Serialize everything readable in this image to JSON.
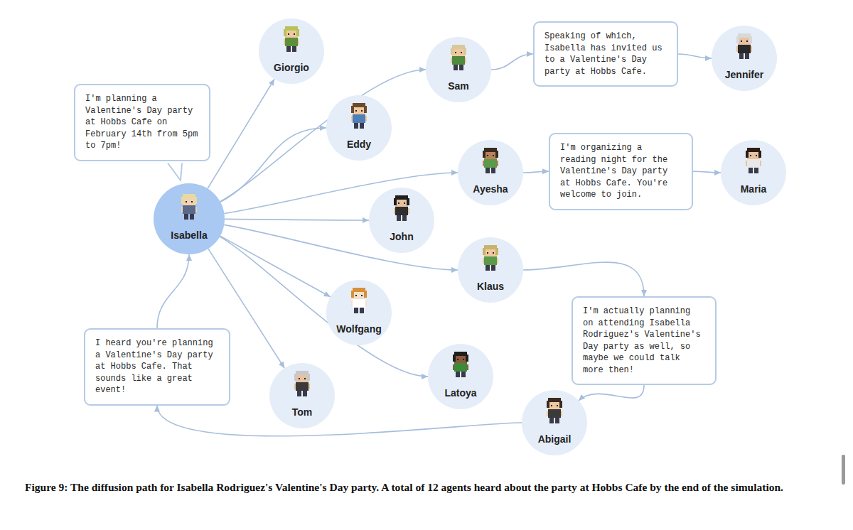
{
  "diagram": {
    "caption": "Figure 9: The diffusion path for Isabella Rodriguez's Valentine's Day party. A total of 12 agents heard about the party at Hobbs Cafe by the end of the simulation.",
    "nodes": [
      {
        "text": [
          "I'm planning a Valentine's Day party at Hobbs Cafe on February 14th from 5pm to 7pm!"
        ]
      },
      {
        "text": [
          "Giorgio"
        ]
      },
      {
        "text": [
          "Sam"
        ]
      },
      {
        "text": [
          "Speaking of which, Isabella has invited us to a Valentine's Day party at Hobbs Cafe."
        ]
      },
      {
        "text": [
          "Jennifer"
        ]
      },
      {
        "text": [
          "Eddy"
        ]
      },
      {
        "text": [
          "Ayesha"
        ]
      },
      {
        "text": [
          "I'm organizing a reading night for the Valentine's Day party at Hobbs Cafe. You're welcome to join."
        ]
      },
      {
        "text": [
          "Maria"
        ]
      },
      {
        "text": [
          "Isabella"
        ]
      },
      {
        "text": [
          "John"
        ]
      },
      {
        "text": [
          "Klaus"
        ]
      },
      {
        "text": [
          "I'm actually planning on attending Isabella Rodriguez's Valentine's Day party as well, so maybe we could talk more then!"
        ]
      },
      {
        "text": [
          "Wolfgang"
        ]
      },
      {
        "text": [
          "I heard you're planning a Valentine's Day party at Hobbs Cafe. That sounds like a great event!"
        ]
      },
      {
        "text": [
          "Latoya"
        ]
      },
      {
        "text": [
          "Tom"
        ]
      },
      {
        "text": [
          "Abigail"
        ]
      }
    ],
    "edges": [
      {
        "from": 9,
        "to": 1,
        "arrow": "to"
      },
      {
        "from": 9,
        "to": 2,
        "arrow": "to"
      },
      {
        "from": 9,
        "to": 5,
        "arrow": "to"
      },
      {
        "from": 9,
        "to": 6,
        "arrow": "to"
      },
      {
        "from": 9,
        "to": 10,
        "arrow": "to"
      },
      {
        "from": 9,
        "to": 11,
        "arrow": "to"
      },
      {
        "from": 9,
        "to": 13,
        "arrow": "to"
      },
      {
        "from": 9,
        "to": 15,
        "arrow": "to"
      },
      {
        "from": 9,
        "to": 16,
        "arrow": "to"
      },
      {
        "from": 2,
        "to": 3,
        "arrow": "to"
      },
      {
        "from": 3,
        "to": 4,
        "arrow": "to"
      },
      {
        "from": 6,
        "to": 7,
        "arrow": "to"
      },
      {
        "from": 7,
        "to": 8,
        "arrow": "to"
      },
      {
        "from": 11,
        "to": 12,
        "arrow": "to"
      },
      {
        "from": 12,
        "to": 17,
        "arrow": "to"
      },
      {
        "from": 17,
        "to": 14,
        "arrow": "to"
      },
      {
        "from": 14,
        "to": 9,
        "arrow": "to"
      }
    ]
  }
}
